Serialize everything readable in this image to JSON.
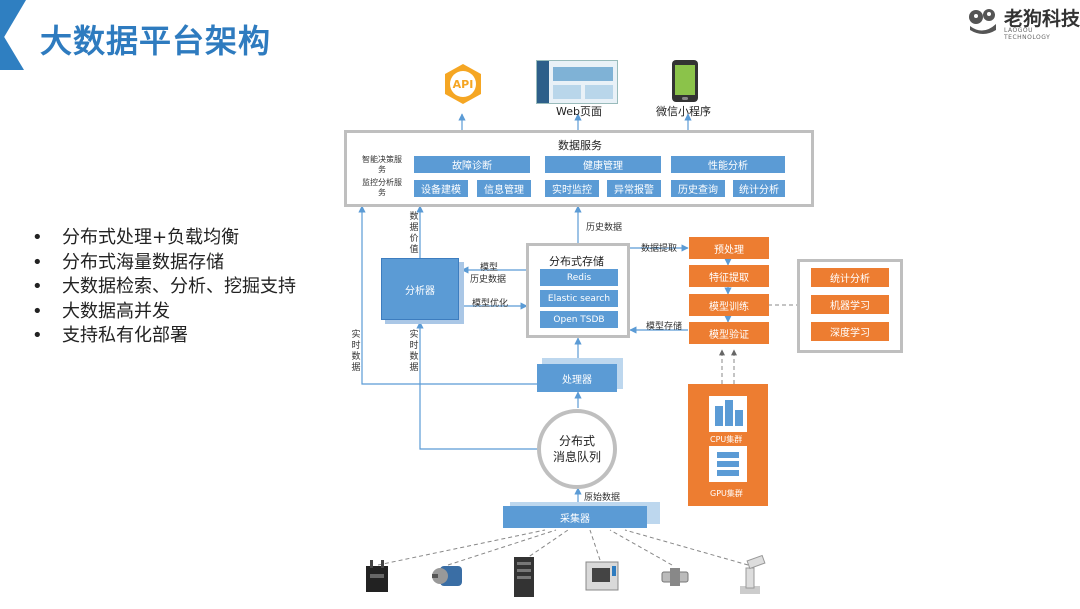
{
  "header": {
    "title": "大数据平台架构",
    "brand_name": "老狗科技",
    "brand_sub": "LAOGOU TECHNOLOGY"
  },
  "features": [
    "分布式处理+负载均衡",
    "分布式海量数据存储",
    "大数据检索、分析、挖掘支持",
    "大数据高并发",
    "支持私有化部署"
  ],
  "outputs": {
    "api_label": "API",
    "web_label": "Web页面",
    "mini_label": "微信小程序"
  },
  "data_service": {
    "title": "数据服务",
    "side_labels": [
      "智能决策服务",
      "监控分析服务"
    ],
    "row1": [
      "故障诊断",
      "健康管理",
      "性能分析"
    ],
    "row2": [
      "设备建模",
      "信息管理",
      "实时监控",
      "异常报警",
      "历史查询",
      "统计分析"
    ]
  },
  "analyzer": {
    "label": "分析器",
    "edge_data_value": "数据价值",
    "edge_model_history_1": "模型",
    "edge_model_history_2": "历史数据",
    "edge_model_opt": "模型优化",
    "edge_realtime_outer": "实时数据",
    "edge_realtime_inner": "实时数据"
  },
  "storage": {
    "title": "分布式存储",
    "items": [
      "Redis",
      "Elastic search",
      "Open TSDB"
    ],
    "edge_history": "历史数据",
    "edge_extract": "数据提取",
    "edge_model_store": "模型存储"
  },
  "ml_pipeline": {
    "steps": [
      "预处理",
      "特征提取",
      "模型训练",
      "模型验证"
    ]
  },
  "ml_methods": [
    "统计分析",
    "机器学习",
    "深度学习"
  ],
  "compute": {
    "cpu_label": "CPU集群",
    "gpu_label": "GPU集群"
  },
  "processor": {
    "label": "处理器"
  },
  "queue": {
    "label_line1": "分布式",
    "label_line2": "消息队列"
  },
  "collector": {
    "label": "采集器",
    "edge_raw": "原始数据"
  },
  "devices": [
    "industrial-gateway-icon",
    "motor-icon",
    "server-rack-icon",
    "cnc-machine-icon",
    "linear-actuator-icon",
    "robot-arm-icon"
  ],
  "colors": {
    "title_blue": "#2e7bbf",
    "box_blue": "#5b9bd5",
    "orange": "#ed7d31",
    "border_grey": "#bfbfbf"
  }
}
